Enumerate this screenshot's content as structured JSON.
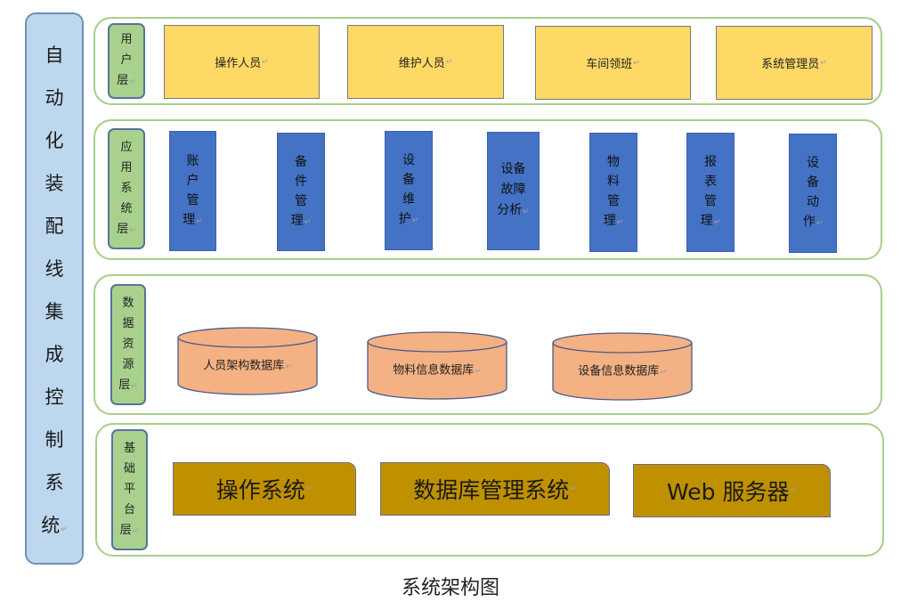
{
  "system_title": [
    "自",
    "动",
    "化",
    "装",
    "配",
    "线",
    "集",
    "成",
    "控",
    "制",
    "系",
    "统"
  ],
  "layers": {
    "user": {
      "label": [
        "用",
        "户",
        "层"
      ],
      "items": [
        "操作人员",
        "维护人员",
        "车间领班",
        "系统管理员"
      ]
    },
    "application": {
      "label": [
        "应",
        "用",
        "系",
        "统",
        "层"
      ],
      "items": [
        [
          "账",
          "户",
          "管",
          "理"
        ],
        [
          "备",
          "件",
          "管",
          "理"
        ],
        [
          "设",
          "备",
          "维",
          "护"
        ],
        [
          "设备",
          "故障",
          "分析"
        ],
        [
          "物",
          "料",
          "管",
          "理"
        ],
        [
          "报",
          "表",
          "管",
          "理"
        ],
        [
          "设",
          "备",
          "动",
          "作"
        ]
      ]
    },
    "data": {
      "label": [
        "数",
        "据",
        "资",
        "源",
        "层"
      ],
      "items": [
        "人员架构数据库",
        "物料信息数据库",
        "设备信息数据库"
      ]
    },
    "platform": {
      "label": [
        "基",
        "础",
        "平",
        "台",
        "层"
      ],
      "items": [
        "操作系统",
        "数据库管理系统",
        "Web 服务器"
      ]
    }
  },
  "paragraph_mark": "↵",
  "caption": "系统架构图",
  "colors": {
    "title_fill": "#bdd7ee",
    "layer_border": "#a9cd8a",
    "layer_label_fill": "#a9d18e",
    "user_box_fill": "#ffd966",
    "app_box_fill": "#4472c4",
    "db_fill": "#f4b183",
    "platform_box_fill": "#bf9000"
  }
}
